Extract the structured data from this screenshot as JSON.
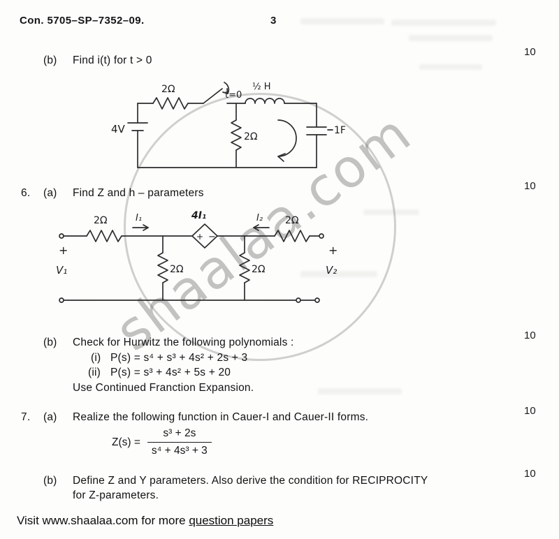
{
  "header": {
    "exam_code": "Con. 5705–SP–7352–09.",
    "page_number": "3"
  },
  "watermark": {
    "text": "shaalaa.com"
  },
  "q5b": {
    "label": "(b)",
    "text": "Find i(t) for t > 0",
    "marks": "10"
  },
  "q6": {
    "number": "6.",
    "a": {
      "label": "(a)",
      "text": "Find Z and h – parameters",
      "marks": "10"
    },
    "b": {
      "label": "(b)",
      "text": "Check for Hurwitz the following polynomials :",
      "i_label": "(i)",
      "i_text": "P(s) = s⁴ + s³ + 4s² + 2s + 3",
      "ii_label": "(ii)",
      "ii_text": "P(s) = s³ + 4s² + 5s + 20",
      "note": "Use Continued Franction Expansion.",
      "marks": "10"
    }
  },
  "q7": {
    "number": "7.",
    "a": {
      "label": "(a)",
      "text": "Realize the following function in Cauer-I and Cauer-II forms.",
      "marks": "10",
      "lhs": "Z(s) =",
      "numerator": "s³ + 2s",
      "denominator": "s⁴ + 4s³ + 3"
    },
    "b": {
      "label": "(b)",
      "line1": "Define Z and Y parameters. Also derive the condition for RECIPROCITY",
      "line2": "for Z-parameters.",
      "marks": "10"
    }
  },
  "circuit1": {
    "source": "4V",
    "r_series": "2Ω",
    "switch": "t=0",
    "inductor": "½ H",
    "r_shunt": "2Ω",
    "capacitor": "1F"
  },
  "circuit2": {
    "r_series_left": "2Ω",
    "i1": "I₁",
    "dep_source": "4I₁",
    "dep_plus": "+",
    "dep_minus": "−",
    "i2": "I₂",
    "r_series_right": "2Ω",
    "r_shunt_left": "2Ω",
    "r_shunt_right": "2Ω",
    "v1_plus": "+",
    "v1": "V₁",
    "v2_plus": "+",
    "v2": "V₂"
  },
  "footer": {
    "prefix": "Visit ",
    "site": "www.shaalaa.com",
    "middle": " for more ",
    "link": "question papers"
  }
}
